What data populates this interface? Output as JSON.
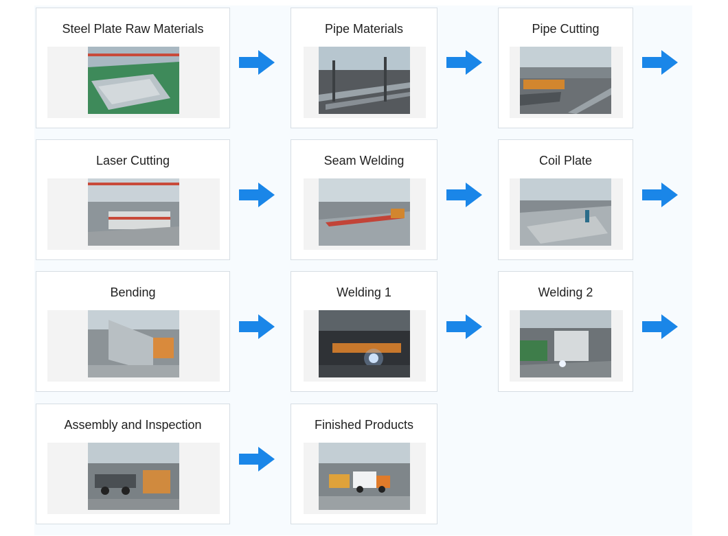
{
  "steps": [
    {
      "label": "Steel Plate Raw Materials",
      "photo": "steel-plate-photo"
    },
    {
      "label": "Pipe Materials",
      "photo": "pipe-materials-photo"
    },
    {
      "label": "Pipe Cutting",
      "photo": "pipe-cutting-photo"
    },
    {
      "label": "Laser Cutting",
      "photo": "laser-cutting-photo"
    },
    {
      "label": "Seam Welding",
      "photo": "seam-welding-photo"
    },
    {
      "label": "Coil Plate",
      "photo": "coil-plate-photo"
    },
    {
      "label": "Bending",
      "photo": "bending-photo"
    },
    {
      "label": "Welding 1",
      "photo": "welding-1-photo"
    },
    {
      "label": "Welding 2",
      "photo": "welding-2-photo"
    },
    {
      "label": "Assembly and Inspection",
      "photo": "assembly-photo"
    },
    {
      "label": "Finished Products",
      "photo": "finished-products-photo"
    }
  ],
  "arrow_icon": "arrow-right-icon",
  "colors": {
    "arrow": "#1a86e8",
    "card_border": "#d6dde3",
    "panel_bg": "#f7fbfe"
  }
}
